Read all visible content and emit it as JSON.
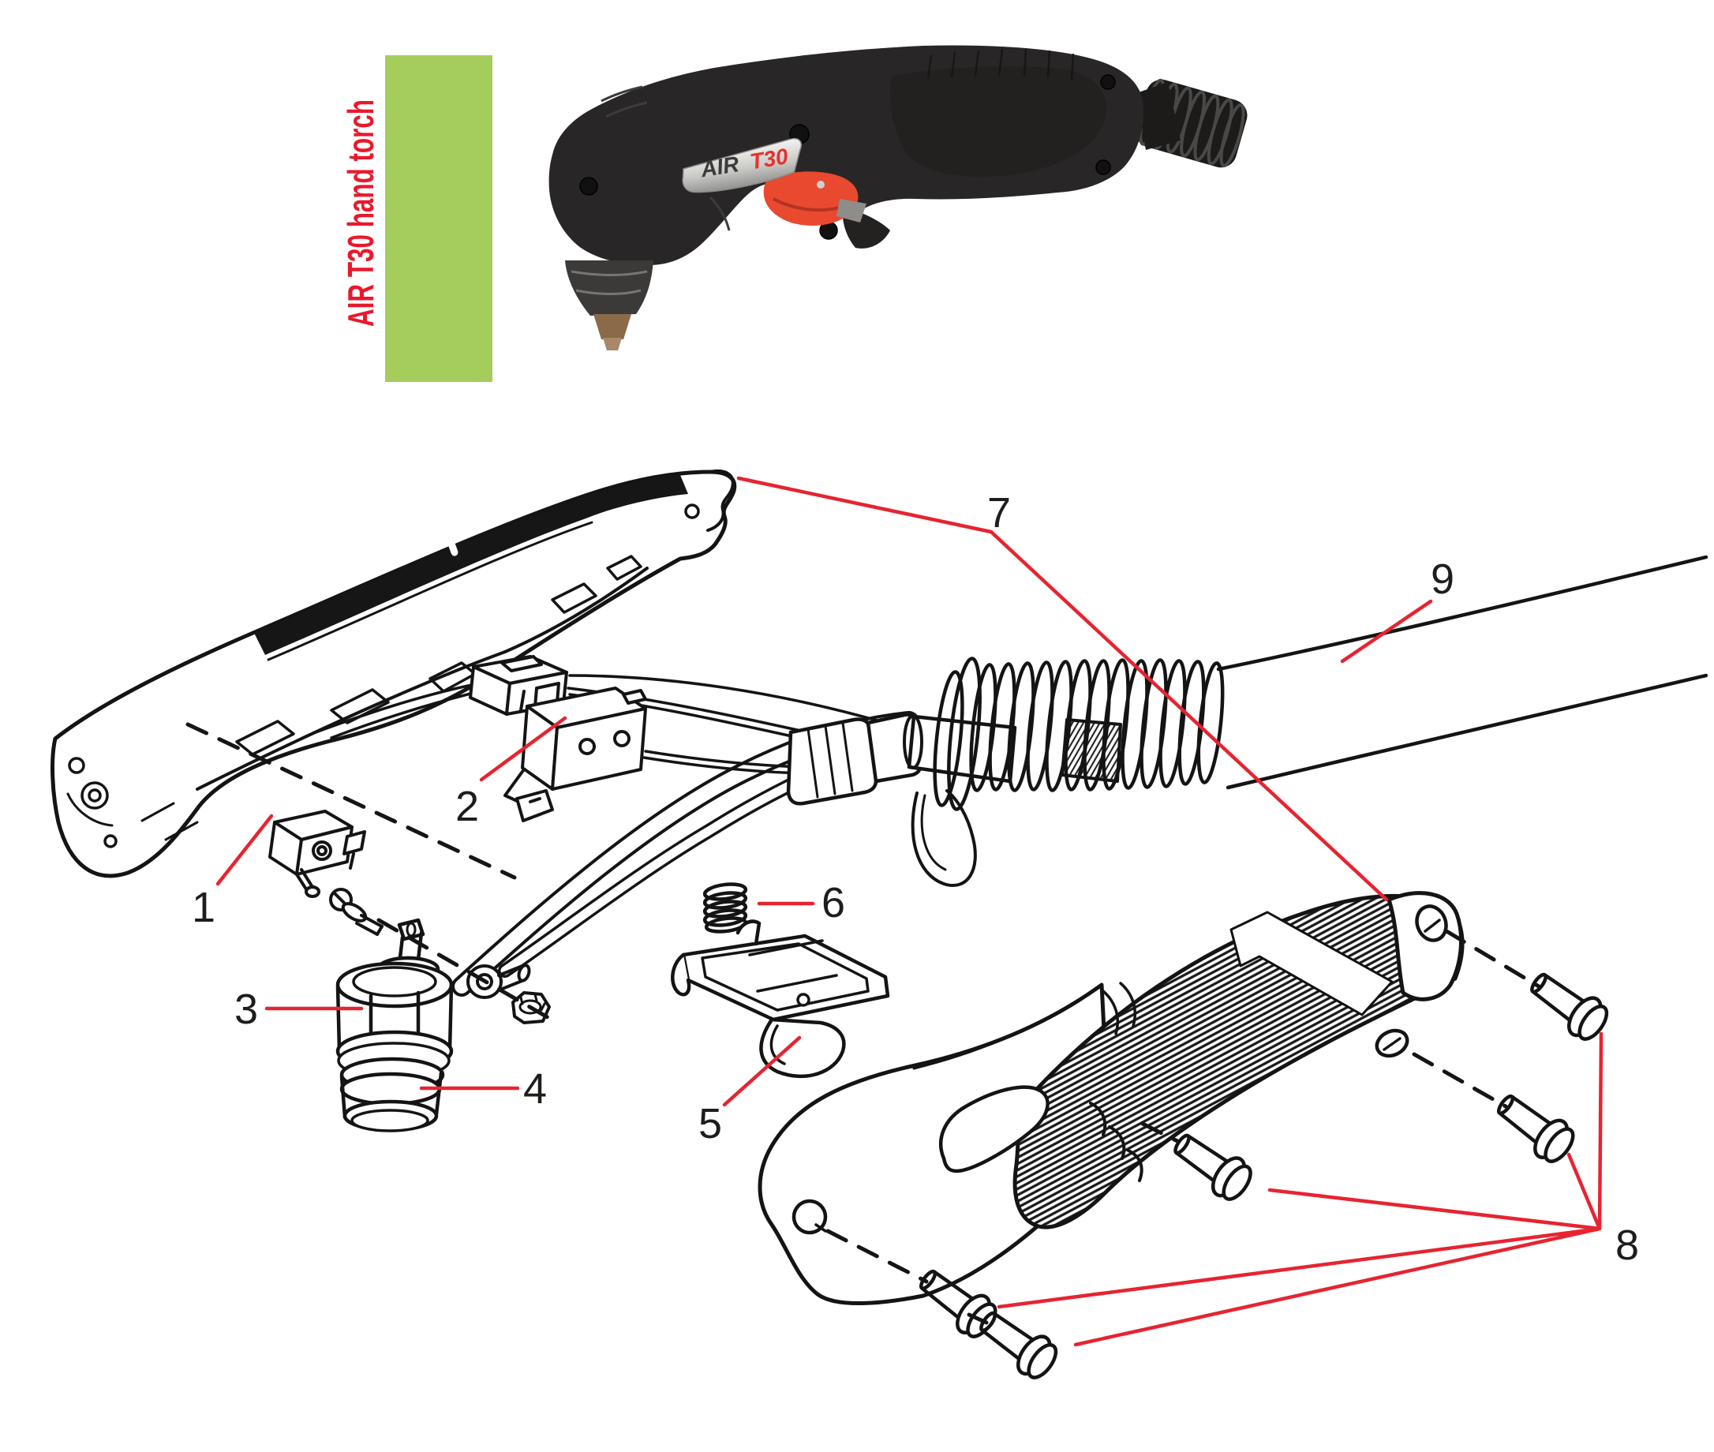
{
  "page": {
    "background": "#ffffff"
  },
  "header": {
    "title": "AIR T30 hand torch",
    "title_color": "#e8192c",
    "accent_bar_color": "#a5cd5c"
  },
  "product_photo": {
    "badge_prefix": "AIR",
    "badge_model": "T30",
    "badge_prefix_color": "#3b3b3a",
    "badge_model_color": "#e8302c",
    "trigger_color": "#e8492f",
    "body_color": "#282626"
  },
  "diagram": {
    "leader_color": "#e62430",
    "label_color": "#1d1d1b",
    "line_color": "#141414",
    "callouts": [
      {
        "number": "1"
      },
      {
        "number": "2"
      },
      {
        "number": "3"
      },
      {
        "number": "4"
      },
      {
        "number": "5"
      },
      {
        "number": "6"
      },
      {
        "number": "7"
      },
      {
        "number": "8"
      },
      {
        "number": "9"
      }
    ]
  }
}
